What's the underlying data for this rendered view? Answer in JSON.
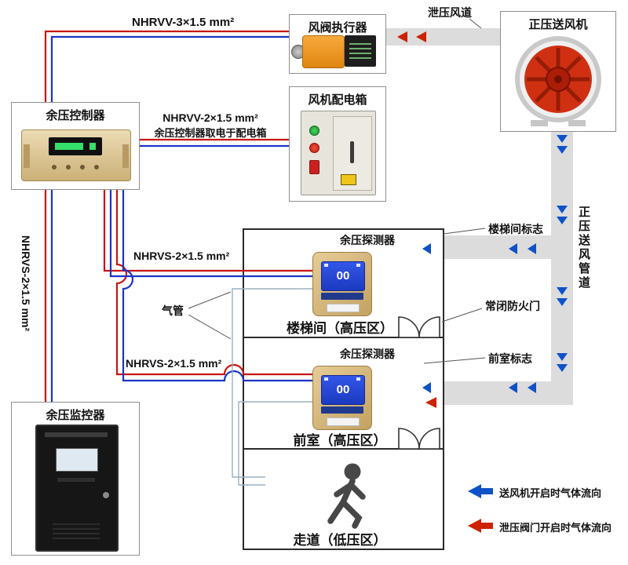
{
  "colors": {
    "wire_red": "#c81414",
    "wire_blue": "#1a35c8",
    "duct": "#dcdcdc",
    "arrow_blue": "#0f52c8",
    "arrow_red": "#cc2200",
    "tube": "#9ab0c4"
  },
  "cables": {
    "to_actuator": "NHRVV-3×1.5 mm²",
    "to_powerbox": "NHRVV-2×1.5 mm²",
    "to_powerbox_note": "余压控制器取电于配电箱",
    "to_detector_stair": "NHRVS-2×1.5 mm²",
    "to_detector_front": "NHRVS-2×1.5 mm²",
    "to_monitor": "NHRVS-2×1.5 mm²"
  },
  "components": {
    "valve_actuator": {
      "label": "风阀执行器"
    },
    "supply_fan": {
      "label": "正压送风机"
    },
    "power_box": {
      "label": "风机配电箱"
    },
    "controller": {
      "label": "余压控制器"
    },
    "monitor": {
      "label": "余压监控器"
    },
    "detector_stair": {
      "label": "余压探测器",
      "lcd": "00"
    },
    "detector_front": {
      "label": "余压探测器",
      "lcd": "00"
    }
  },
  "ducts": {
    "relief_label": "泄压风道",
    "supply_label": "正压送风管道"
  },
  "annotations": {
    "stair_sign": "楼梯间标志",
    "fire_door": "常闭防火门",
    "front_sign": "前室标志",
    "air_tube": "气管"
  },
  "rooms": {
    "stairwell": "楼梯间（高压区）",
    "front": "前室（高压区）",
    "corridor": "走道（低压区）"
  },
  "legend": {
    "supply_flow": "送风机开启时气体流向",
    "relief_flow": "泄压阀门开启时气体流向"
  }
}
